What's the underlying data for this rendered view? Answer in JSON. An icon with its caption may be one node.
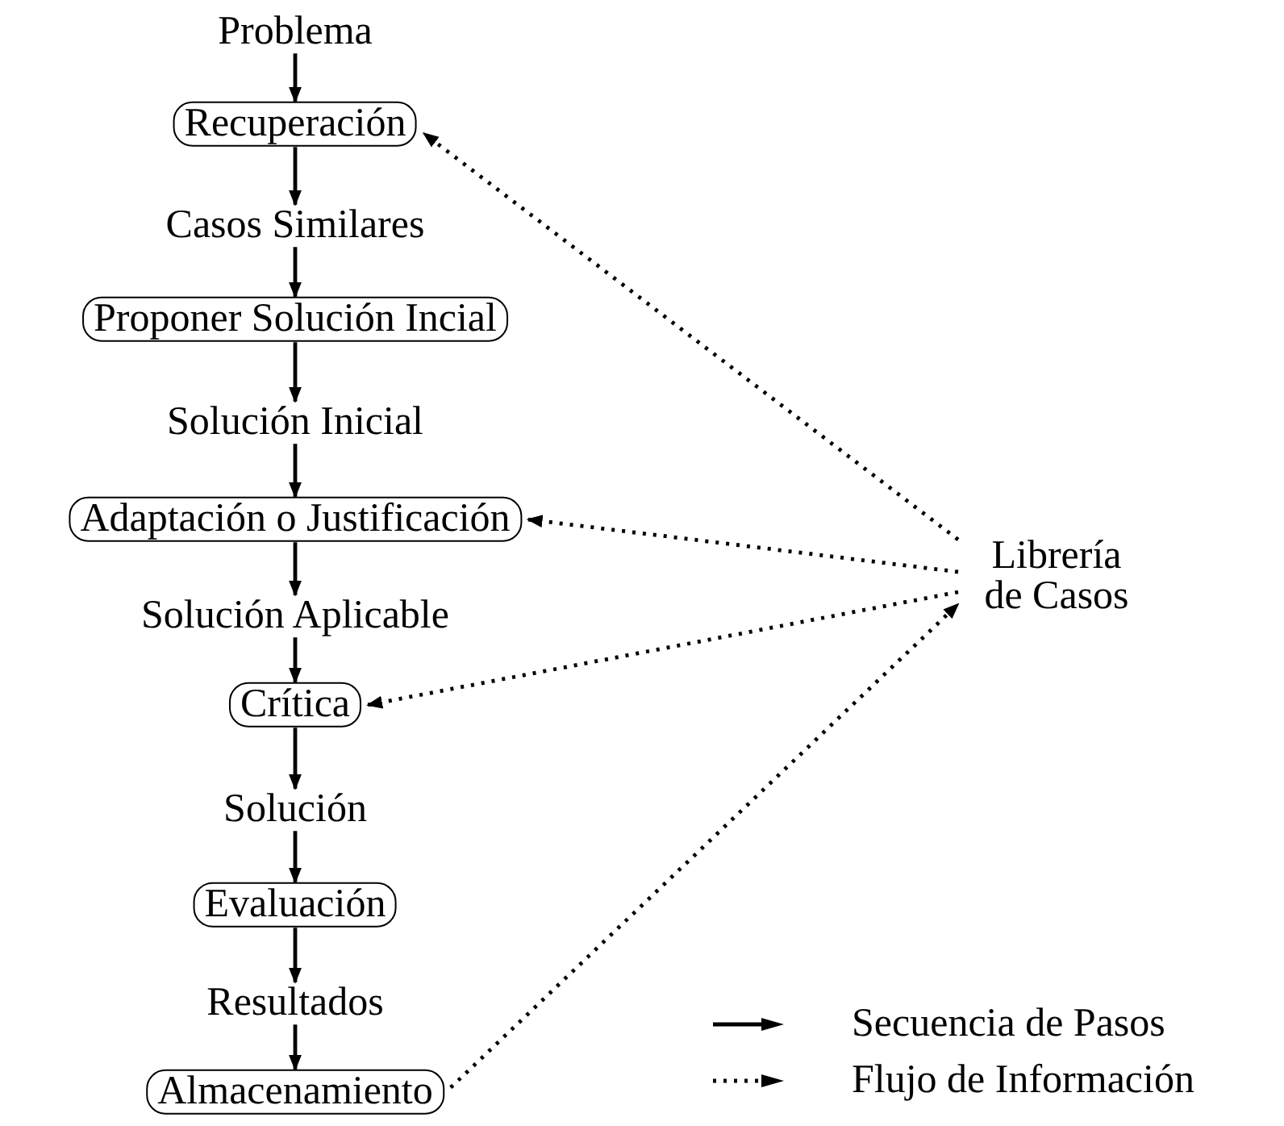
{
  "diagram": {
    "nodes": [
      {
        "text": [
          "Problema"
        ]
      },
      {
        "text": [
          "Recuperación"
        ]
      },
      {
        "text": [
          "Casos Similares"
        ]
      },
      {
        "text": [
          "Proponer Solución Incial"
        ]
      },
      {
        "text": [
          "Solución Inicial"
        ]
      },
      {
        "text": [
          "Adaptación o Justificación"
        ]
      },
      {
        "text": [
          "Solución Aplicable"
        ]
      },
      {
        "text": [
          "Crítica"
        ]
      },
      {
        "text": [
          "Solución"
        ]
      },
      {
        "text": [
          "Evaluación"
        ]
      },
      {
        "text": [
          "Resultados"
        ]
      },
      {
        "text": [
          "Almacenamiento"
        ]
      },
      {
        "text": [
          "Librería de Casos"
        ]
      }
    ],
    "edges": [
      {
        "from": 0,
        "to": 1,
        "arrow": "to"
      },
      {
        "from": 1,
        "to": 2,
        "arrow": "to"
      },
      {
        "from": 2,
        "to": 3,
        "arrow": "to"
      },
      {
        "from": 3,
        "to": 4,
        "arrow": "to"
      },
      {
        "from": 4,
        "to": 5,
        "arrow": "to"
      },
      {
        "from": 5,
        "to": 6,
        "arrow": "to"
      },
      {
        "from": 6,
        "to": 7,
        "arrow": "to"
      },
      {
        "from": 7,
        "to": 8,
        "arrow": "to"
      },
      {
        "from": 8,
        "to": 9,
        "arrow": "to"
      },
      {
        "from": 9,
        "to": 10,
        "arrow": "to"
      },
      {
        "from": 10,
        "to": 11,
        "arrow": "to"
      },
      {
        "from": 12,
        "to": 1,
        "arrow": "to",
        "style": "dashed"
      },
      {
        "from": 12,
        "to": 5,
        "arrow": "to",
        "style": "dashed"
      },
      {
        "from": 12,
        "to": 7,
        "arrow": "to",
        "style": "dashed"
      },
      {
        "from": 11,
        "to": 12,
        "arrow": "to",
        "style": "dashed"
      }
    ],
    "legend": [
      {
        "text": "Secuencia de Pasos"
      },
      {
        "text": "Flujo de Información"
      }
    ]
  }
}
